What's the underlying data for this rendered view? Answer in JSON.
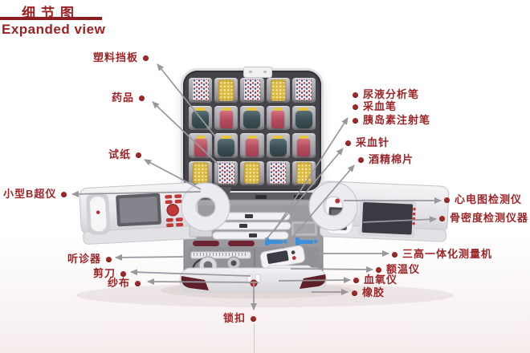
{
  "header": {
    "title_zh": "细节图",
    "title_en": "Expanded view"
  },
  "colors": {
    "accent_red": "#9c2528",
    "title_rule": "#8e1d22",
    "arrow_gray": "#98989e",
    "lid_gray": "#454449",
    "pocket_gray": "#a9a8ae",
    "yellow_pack": "#dcb945",
    "teal_bottle": "#3c5256",
    "red_bottle": "#b54c5d",
    "bottle_cap_yellow": "#e6c53f",
    "device_button_red": "#c23737",
    "blue_lancet": "#3e8fd8",
    "slot_dark_red": "#6d2631",
    "corner_accent": "#5e2129",
    "panel_light": "#eeedf1",
    "tray_gray": "#97969c"
  },
  "lid": {
    "grid": [
      [
        "pill-blister",
        "yellow-pack",
        "pill-blister",
        "yellow-pack",
        "pill-blister"
      ],
      [
        "teal-jar",
        "red-bottle",
        "teal-jar",
        "red-bottle",
        "teal-jar"
      ],
      [
        "red-bottle",
        "teal-jar",
        "red-bottle",
        "teal-jar",
        "red-bottle"
      ],
      [
        "yellow-pack",
        "pill-blister",
        "yellow-pack",
        "pill-blister",
        "yellow-pack"
      ]
    ]
  },
  "labels": {
    "plastic_baffle": "塑料挡板",
    "medicine": "药品",
    "test_strips": "试纸",
    "b_ultrasound": "小型B超仪",
    "stethoscope": "听诊器",
    "scissors": "剪刀",
    "gauze": "纱布",
    "lock": "锁扣",
    "urine_pen": "尿液分析笔",
    "blood_pen": "采血笔",
    "insulin_pen": "胰岛素注射笔",
    "blood_needle": "采血针",
    "alcohol_pads": "酒精棉片",
    "ecg": "心电图检测仪",
    "bone_density": "骨密度检测仪器",
    "three_high": "三高一体化测量机",
    "forehead_thermometer": "额温仪",
    "oximeter": "血氧仪",
    "rubber": "橡胶"
  }
}
